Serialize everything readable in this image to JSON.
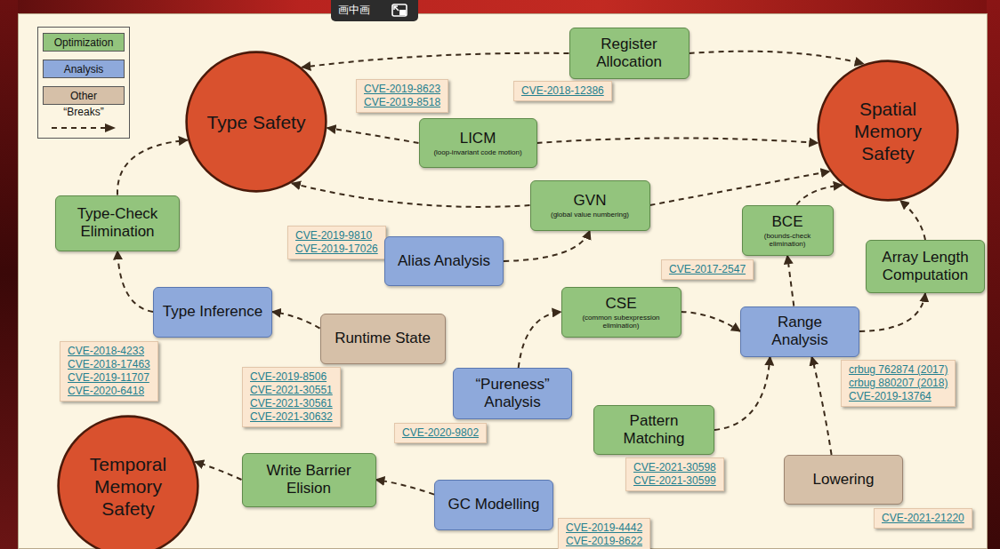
{
  "diagram": {
    "nodes": [
      {
        "text": [
          "Register Allocation"
        ]
      },
      {
        "text": [
          "CVE-2018-12386"
        ]
      },
      {
        "text": [
          "Type Safety"
        ]
      },
      {
        "text": [
          "CVE-2019-8623",
          "CVE-2019-8518"
        ]
      },
      {
        "text": [
          "LICM",
          "(loop-invariant code motion)"
        ]
      },
      {
        "text": [
          "Spatial Memory Safety"
        ]
      },
      {
        "text": [
          "GVN",
          "(global value numbering)"
        ]
      },
      {
        "text": [
          "BCE",
          "(bounds-check elimination)"
        ]
      },
      {
        "text": [
          "CVE-2017-2547"
        ]
      },
      {
        "text": [
          "Type-Check Elimination"
        ]
      },
      {
        "text": [
          "CVE-2019-9810",
          "CVE-2019-17026"
        ]
      },
      {
        "text": [
          "Alias Analysis"
        ]
      },
      {
        "text": [
          "Array Length Computation"
        ]
      },
      {
        "text": [
          "Type Inference"
        ]
      },
      {
        "text": [
          "CSE",
          "(common subexpression elimination)"
        ]
      },
      {
        "text": [
          "Range Analysis"
        ]
      },
      {
        "text": [
          "Runtime State"
        ]
      },
      {
        "text": [
          "CVE-2018-4233",
          "CVE-2018-17463",
          "CVE-2019-11707",
          "CVE-2020-6418"
        ]
      },
      {
        "text": [
          "crbug 762874 (2017)",
          "crbug 880207 (2018)",
          "CVE-2019-13764"
        ]
      },
      {
        "text": [
          "CVE-2019-8506",
          "CVE-2021-30551",
          "CVE-2021-30561",
          "CVE-2021-30632"
        ]
      },
      {
        "text": [
          "“Pureness” Analysis"
        ]
      },
      {
        "text": [
          "CVE-2020-9802"
        ]
      },
      {
        "text": [
          "Pattern Matching"
        ]
      },
      {
        "text": [
          "Temporal Memory Safety"
        ]
      },
      {
        "text": [
          "Write Barrier Elision"
        ]
      },
      {
        "text": [
          "CVE-2021-30598",
          "CVE-2021-30599"
        ]
      },
      {
        "text": [
          "Lowering"
        ]
      },
      {
        "text": [
          "GC Modelling"
        ]
      },
      {
        "text": [
          "CVE-2021-21220"
        ]
      },
      {
        "text": [
          "CVE-2019-4442",
          "CVE-2019-8622"
        ]
      }
    ],
    "edges": [
      {
        "from": 0,
        "to": 2,
        "arrow": "to"
      },
      {
        "from": 0,
        "to": 5,
        "arrow": "to"
      },
      {
        "from": 4,
        "to": 2,
        "arrow": "to"
      },
      {
        "from": 4,
        "to": 5,
        "arrow": "to"
      },
      {
        "from": 6,
        "to": 2,
        "arrow": "to"
      },
      {
        "from": 6,
        "to": 5,
        "arrow": "to"
      },
      {
        "from": 7,
        "to": 5,
        "arrow": "to"
      },
      {
        "from": 12,
        "to": 5,
        "arrow": "to"
      },
      {
        "from": 9,
        "to": 2,
        "arrow": "to"
      },
      {
        "from": 13,
        "to": 9,
        "arrow": "to"
      },
      {
        "from": 16,
        "to": 13,
        "arrow": "to"
      },
      {
        "from": 11,
        "to": 6,
        "arrow": "to"
      },
      {
        "from": 20,
        "to": 14,
        "arrow": "to"
      },
      {
        "from": 14,
        "to": 15,
        "arrow": "to"
      },
      {
        "from": 15,
        "to": 7,
        "arrow": "to"
      },
      {
        "from": 15,
        "to": 12,
        "arrow": "to"
      },
      {
        "from": 22,
        "to": 15,
        "arrow": "to"
      },
      {
        "from": 26,
        "to": 15,
        "arrow": "to"
      },
      {
        "from": 27,
        "to": 24,
        "arrow": "to"
      },
      {
        "from": 24,
        "to": 23,
        "arrow": "to"
      }
    ],
    "labels": [
      "画中画"
    ],
    "legend": [
      {
        "text": "Optimization",
        "color": "#93c47d"
      },
      {
        "text": "Analysis",
        "color": "#8ea9db"
      },
      {
        "text": "Other",
        "color": "#d6c0a8"
      },
      {
        "text": "“Breaks”"
      }
    ]
  }
}
